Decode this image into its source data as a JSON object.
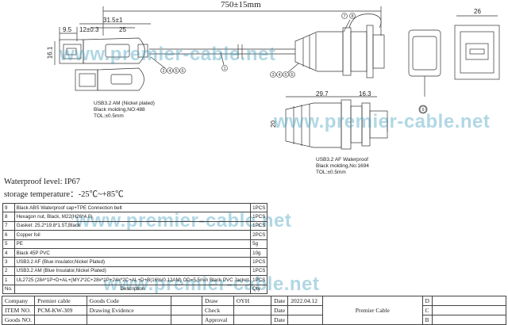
{
  "dims": {
    "overall": "750±15mm",
    "d26": "26",
    "d9_5": "9.5",
    "d12": "12±0.3",
    "d31_5": "31.5±1",
    "d25": "25",
    "d16_1": "16.1",
    "d29_7": "29.7",
    "d16_3": "16.3"
  },
  "balloons": [
    "1",
    "2",
    "3",
    "4",
    "5",
    "6",
    "7",
    "8",
    "9"
  ],
  "notes": {
    "plug": [
      "USB3.2 AM (Nickel plated)",
      "Black molding,NO:488",
      "TOL:±0.5mm"
    ],
    "socket": [
      "USB3.2 AF Waterproof",
      "Black molding,No:1694",
      "TOL:±0.5mm"
    ]
  },
  "watermark": "www.premier-cable.net",
  "specs": {
    "waterproof": "Waterproof level: IP67",
    "storage": "storage temperature：-25℃~+85℃"
  },
  "bom": {
    "rows": [
      {
        "no": "9",
        "desc": "Black ABS Waterproof cap+TPE Connection belt",
        "qty": "1PCS"
      },
      {
        "no": "8",
        "desc": "Hexagon nut, Black, M22(H26*4.0)",
        "qty": "1PCS"
      },
      {
        "no": "7",
        "desc": "Gasket: 25.2*19.8*1.5T,Black",
        "qty": "1PCS"
      },
      {
        "no": "6",
        "desc": "Copper foil",
        "qty": "2PCS"
      },
      {
        "no": "5",
        "desc": "PE",
        "qty": "5g"
      },
      {
        "no": "4",
        "desc": "Black 45P PVC",
        "qty": "10g"
      },
      {
        "no": "3",
        "desc": "USB3.2  AF (Blue insulator,Nickel Plated)",
        "qty": "1PCS"
      },
      {
        "no": "2",
        "desc": "USB3.2  AM (Blue Insulator,Nickel Plated)",
        "qty": "1PCS"
      },
      {
        "no": "1",
        "desc": "UL2725 (28#*1P+D+AL+(MYJ*2C+28#*1P+24#*2C+AL+D+B(16%/0.12AM) OD=5.5mm Black PVC Jacket",
        "qty": "1PCS"
      }
    ],
    "header": {
      "no": "No.",
      "desc": "Description",
      "qty": "Qty"
    }
  },
  "title_block": {
    "company_label": "Company",
    "company_value": "Premier cable",
    "goods_code_label": "Goods Code",
    "item_label": "ITEM NO.",
    "item_value": "PCM-KW-309",
    "drawing_label": "Drawing Evidence",
    "goods_no_label": "Goods NO.",
    "draw_label": "Draw",
    "draw_value": "OYH",
    "date_label": "Date",
    "date_value": "2022.04.12",
    "check_label": "Check",
    "approval_label": "Approval",
    "brand": "Premier Cable",
    "rev": [
      "D",
      "C",
      "B"
    ]
  }
}
